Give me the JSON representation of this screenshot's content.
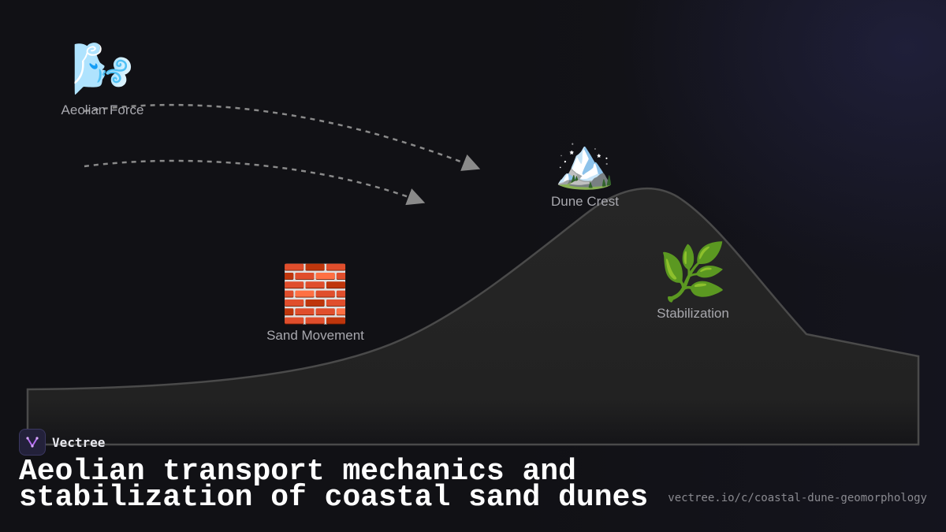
{
  "nodes": {
    "aeolian_force": {
      "emoji": "🌬️",
      "label": "Aeolian Force",
      "icon": "wind-face-icon"
    },
    "dune_crest": {
      "emoji": "🏔️",
      "label": "Dune Crest",
      "icon": "snow-capped-mountain-icon"
    },
    "sand_movement": {
      "emoji": "🧱",
      "label": "Sand Movement",
      "icon": "brick-icon"
    },
    "stabilization": {
      "emoji": "🌿",
      "label": "Stabilization",
      "icon": "herb-icon"
    }
  },
  "brand": {
    "name": "Vectree",
    "icon": "vectree-logo-icon"
  },
  "title": "Aeolian transport mechanics and stabilization of coastal sand dunes",
  "url": "vectree.io/c/coastal-dune-geomorphology",
  "colors": {
    "background": "#111115",
    "dune_fill": "#242424",
    "dune_stroke": "#4a4a4a",
    "arrow": "#8a8a8a",
    "label": "#a8a8ae",
    "title": "#ffffff",
    "url": "#8a8a90",
    "brand_accent": "#b36cf0"
  }
}
